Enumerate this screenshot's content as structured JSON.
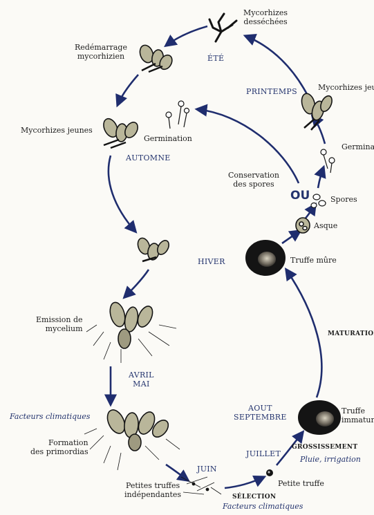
{
  "labels": {
    "mycorhizes_dessechees": "Mycorhizes\ndesséchées",
    "redemarrage": "Redémarrage\nmycorhizien",
    "printemps_mycorhizes": "Mycorhizes jeunes",
    "mycorhizes_jeunes": "Mycorhizes jeunes",
    "germination_left": "Germination",
    "germination_right": "Germination",
    "conservation": "Conservation\ndes spores",
    "spores": "Spores",
    "asque": "Asque",
    "truffe_mure": "Truffe mûre",
    "emission": "Emission de\nmycelium",
    "formation": "Formation\ndes primordias",
    "petites_truffes": "Petites truffes\nindépendantes",
    "petite_truffe": "Petite truffe",
    "truffe_immature": "Truffe\nimmature"
  },
  "seasons": {
    "ete": "ÉTÉ",
    "printemps": "PRINTEMPS",
    "automne": "AUTOMNE",
    "hiver": "HIVER",
    "avril_mai": "AVRIL\nMAI",
    "juin": "JUIN",
    "juillet": "JUILLET",
    "aout_septembre": "AOUT\nSEPTEMBRE"
  },
  "stages": {
    "maturation": "MATURATION",
    "grossissement": "GROSSISSEMENT",
    "selection": "SÉLECTION"
  },
  "factors": {
    "facteurs_left": "Facteurs climatiques",
    "facteurs_bottom": "Facteurs climatiques",
    "pluie": "Pluie, irrigation"
  },
  "ou": "OU",
  "colors": {
    "arrow": "#1f2d6e",
    "season_text": "#24346e",
    "plant_fill": "#b9b69a",
    "ink": "#141414"
  }
}
